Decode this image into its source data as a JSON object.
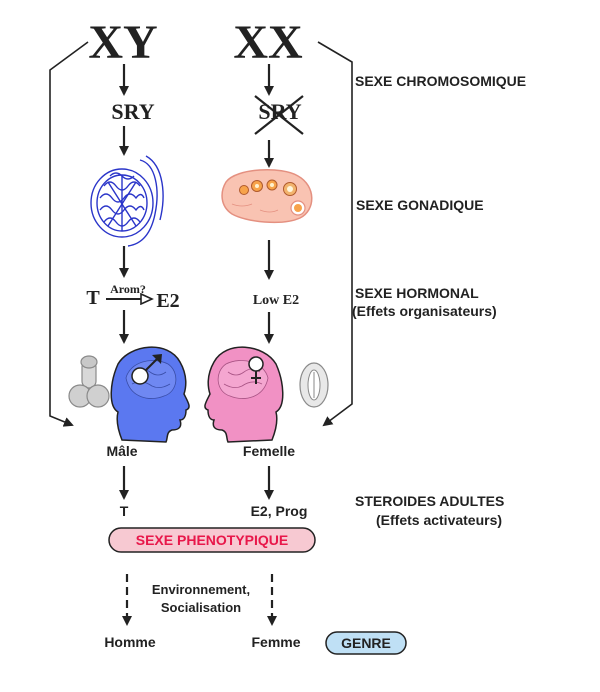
{
  "chromosomes": {
    "male": "XY",
    "female": "XX"
  },
  "gene": {
    "male": "SRY",
    "female": "SRY"
  },
  "hormonal": {
    "testosterone": "T",
    "aromatase": "Arom?",
    "estradiol": "E2",
    "female_level": "Low E2"
  },
  "sections": {
    "chromosomal": "SEXE CHROMOSOMIQUE",
    "gonadal": "SEXE GONADIQUE",
    "hormonal": "SEXE HORMONAL",
    "hormonal_sub": "(Effets organisateurs)",
    "adult": "STEROIDES ADULTES",
    "adult_sub": "(Effets activateurs)"
  },
  "sex_labels": {
    "male": "Mâle",
    "female": "Femelle"
  },
  "adult_hormones": {
    "male": "T",
    "female": "E2, Prog"
  },
  "phenotype": {
    "label": "SEXE PHENOTYPIQUE",
    "color": "#e8174a",
    "fill": "#f7c9d2"
  },
  "environment": {
    "line1": "Environnement,",
    "line2": "Socialisation"
  },
  "gender": {
    "male": "Homme",
    "female": "Femme",
    "tag": "GENRE",
    "tag_fill": "#bfe0f5"
  },
  "colors": {
    "male_head": "#5b78f0",
    "female_head": "#f191c4",
    "ovary": "#f9c3b2",
    "testis_line": "#2a35c9"
  },
  "icons": [
    "testis-icon",
    "ovary-icon",
    "male-brain-head-icon",
    "female-brain-head-icon",
    "male-genitalia-icon",
    "female-genitalia-icon",
    "male-symbol-icon",
    "female-symbol-icon"
  ]
}
